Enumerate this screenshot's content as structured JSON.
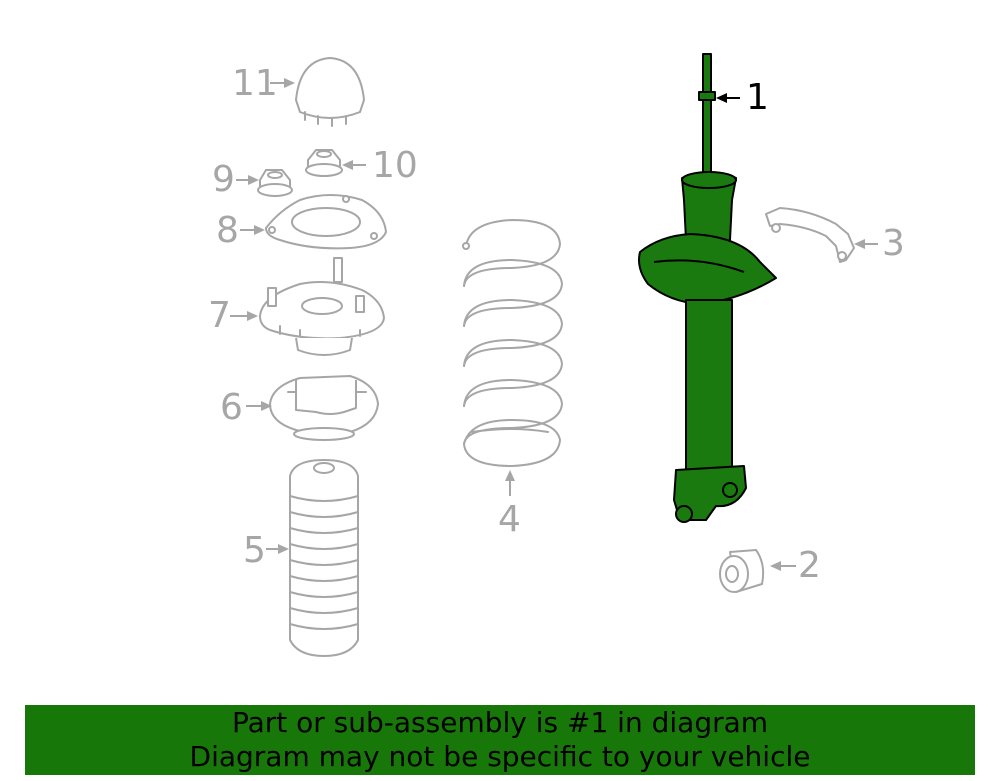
{
  "callouts": [
    {
      "id": "1",
      "label": "1",
      "part": "strut-assembly",
      "highlighted": true
    },
    {
      "id": "2",
      "label": "2",
      "part": "lower-bushing",
      "highlighted": false
    },
    {
      "id": "3",
      "label": "3",
      "part": "bracket",
      "highlighted": false
    },
    {
      "id": "4",
      "label": "4",
      "part": "coil-spring",
      "highlighted": false
    },
    {
      "id": "5",
      "label": "5",
      "part": "dust-boot",
      "highlighted": false
    },
    {
      "id": "6",
      "label": "6",
      "part": "spring-seat",
      "highlighted": false
    },
    {
      "id": "7",
      "label": "7",
      "part": "strut-mount",
      "highlighted": false
    },
    {
      "id": "8",
      "label": "8",
      "part": "mount-plate",
      "highlighted": false
    },
    {
      "id": "9",
      "label": "9",
      "part": "nut",
      "highlighted": false
    },
    {
      "id": "10",
      "label": "10",
      "part": "nut",
      "highlighted": false
    },
    {
      "id": "11",
      "label": "11",
      "part": "cap",
      "highlighted": false
    }
  ],
  "banner": {
    "line1": "Part or sub-assembly is #1 in diagram",
    "line2": "Diagram may not be specific to your vehicle"
  },
  "colors": {
    "highlight": "#1a7a10",
    "banner": "#177809",
    "part_outline": "#a6a6a6"
  }
}
